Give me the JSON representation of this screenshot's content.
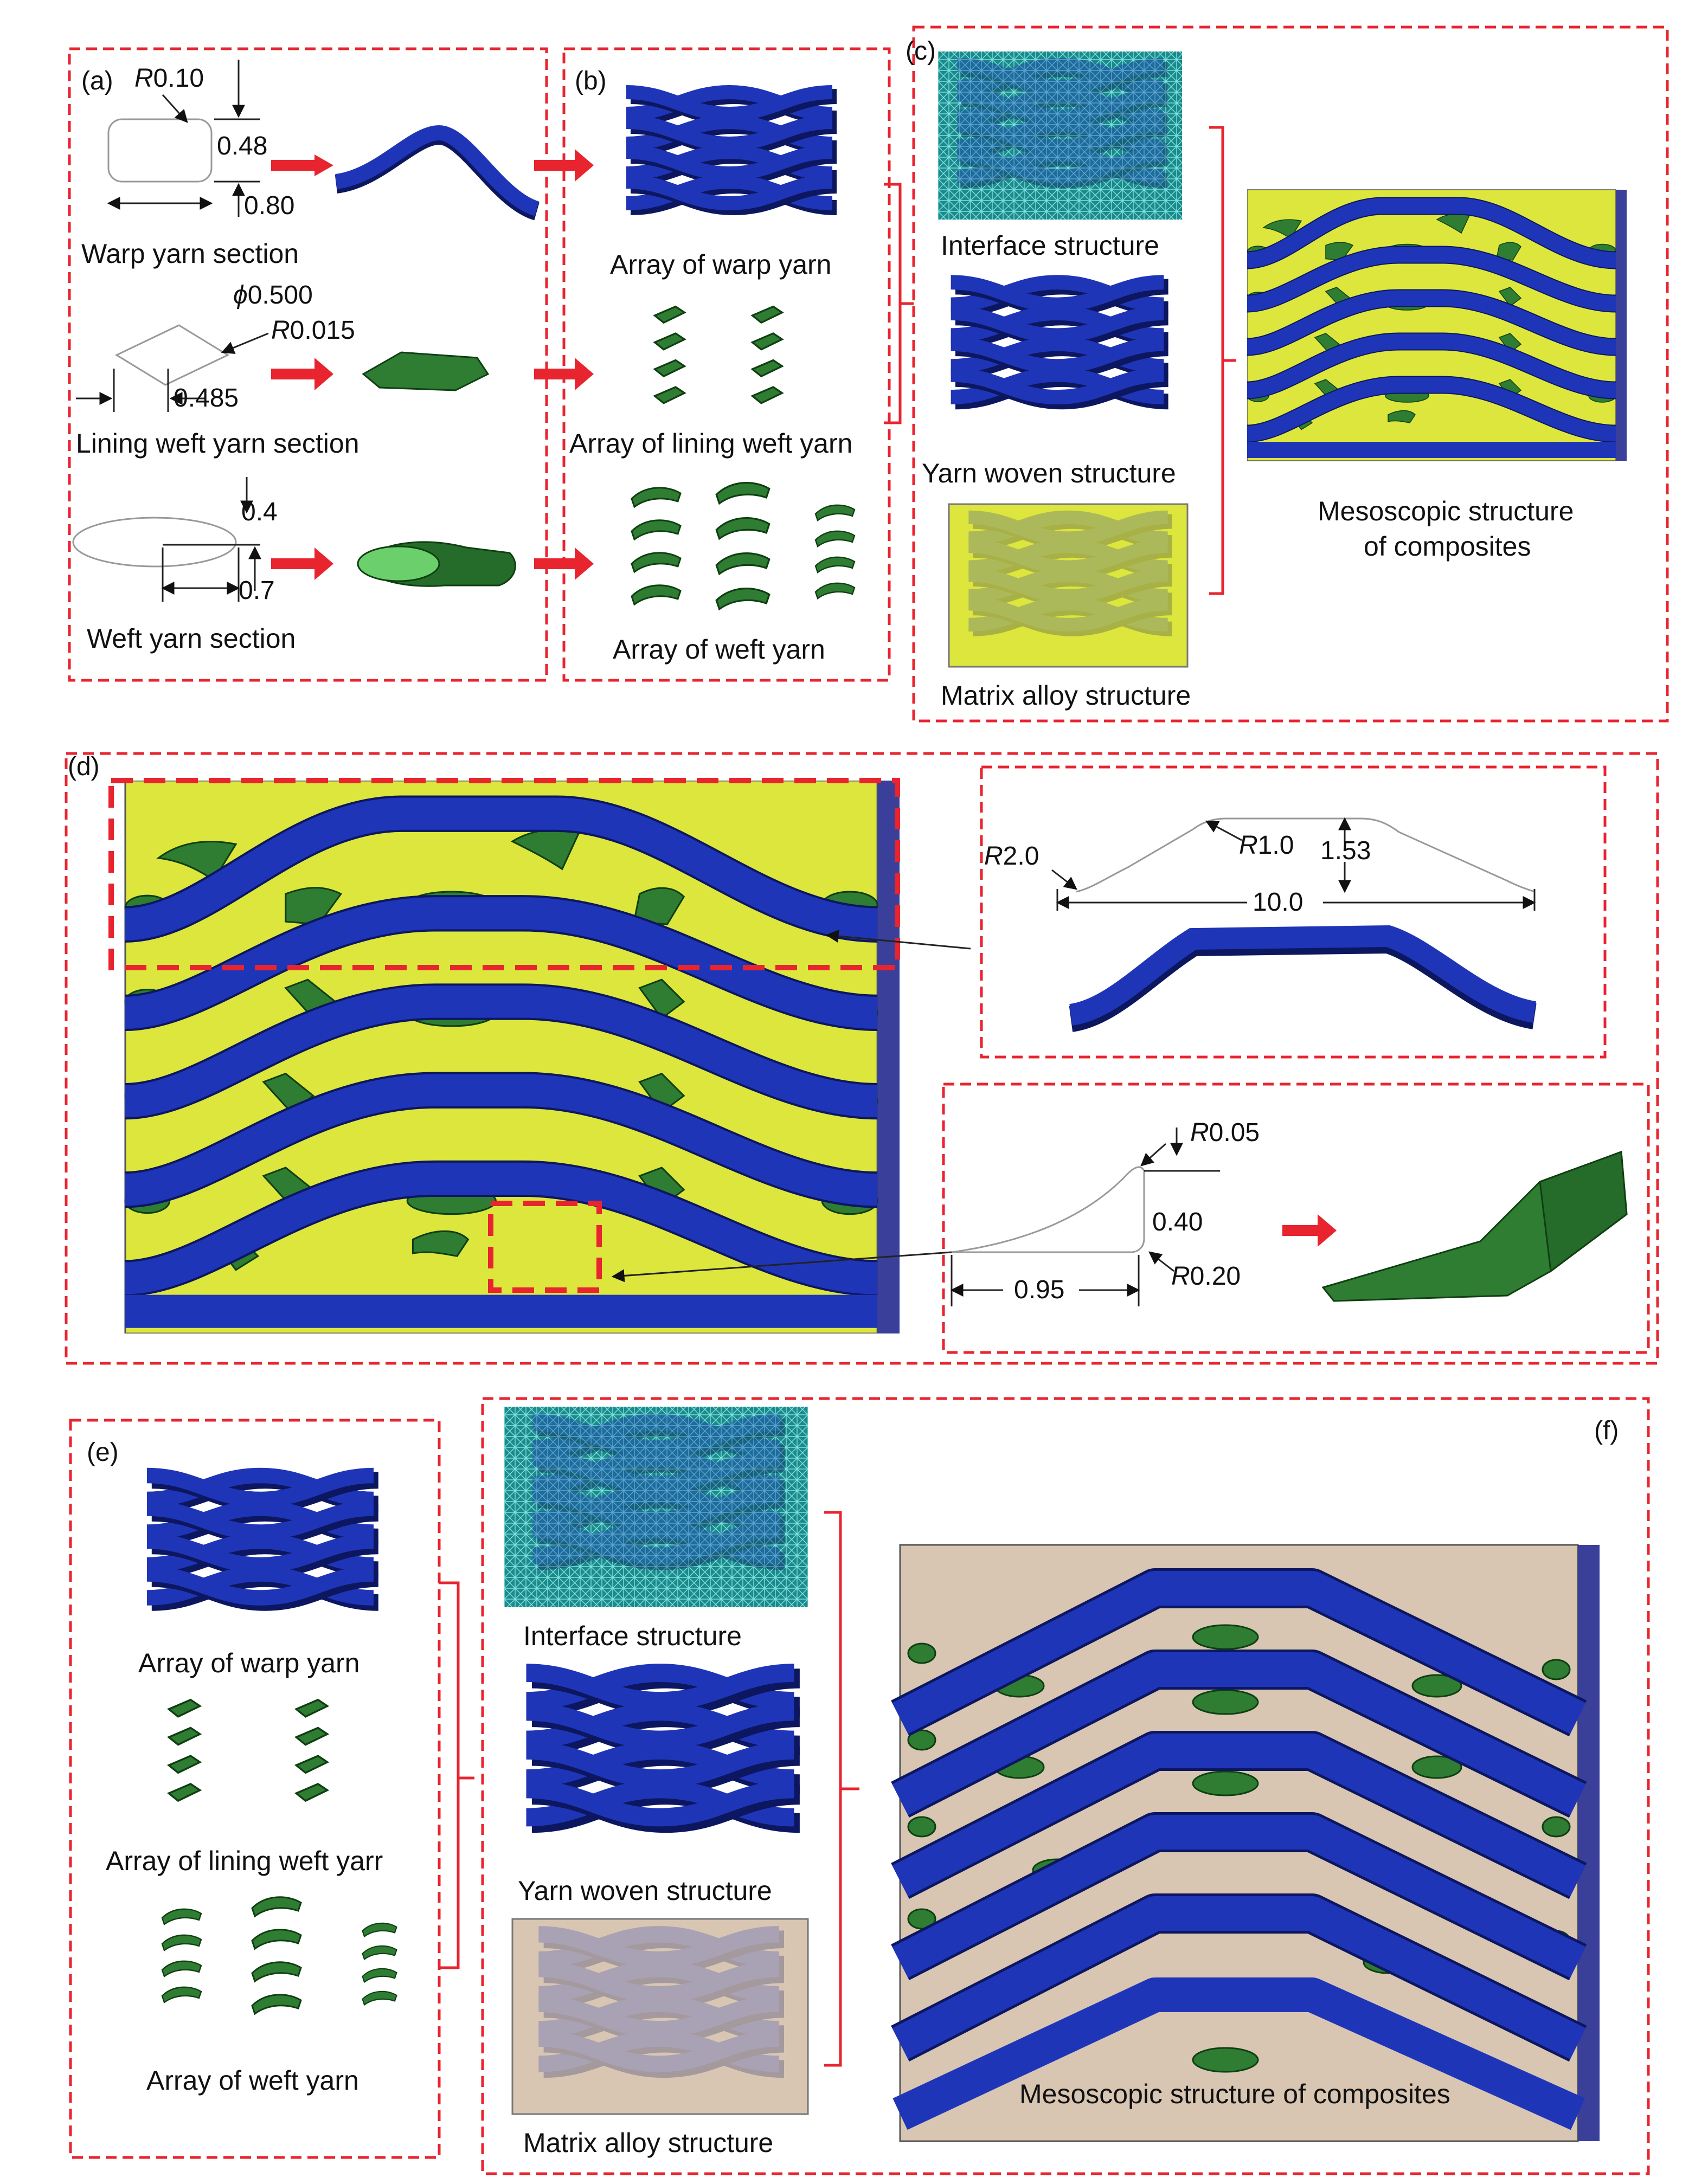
{
  "panels": {
    "a": "(a)",
    "b": "(b)",
    "c": "(c)",
    "d": "(d)",
    "e": "(e)",
    "f": "(f)"
  },
  "panel_a": {
    "warp": {
      "radius": "0.10",
      "height": "0.48",
      "width": "0.80",
      "caption": "Warp yarn section"
    },
    "lining": {
      "diameter": "0.500",
      "radius": "0.015",
      "width": "0.485",
      "caption": "Lining weft yarn section"
    },
    "weft": {
      "height": "0.4",
      "width": "0.7",
      "caption": "Weft yarn section"
    },
    "radius_symbol": "R",
    "diameter_symbol": "ϕ"
  },
  "panel_b": {
    "warp_array": "Array of warp yarn",
    "lining_array": "Array of lining weft yarn",
    "weft_array": "Array of weft yarn"
  },
  "panel_c": {
    "interface": "Interface structure",
    "woven": "Yarn woven structure",
    "matrix": "Matrix alloy structure",
    "meso_line1": "Mesoscopic structure",
    "meso_line2": "of composites"
  },
  "panel_d": {
    "r_end": "2.0",
    "r_top": "1.0",
    "rise": "1.53",
    "span": "10.0",
    "r_tip": "0.05",
    "lw_height": "0.40",
    "r_base": "0.20",
    "lw_length": "0.95"
  },
  "panel_e": {
    "warp_array": "Array of warp yarn",
    "lining_array": "Array of lining weft yarr",
    "weft_array": "Array of weft yarn"
  },
  "panel_f": {
    "interface": "Interface structure",
    "woven": "Yarn woven structure",
    "matrix": "Matrix alloy structure",
    "meso": "Mesoscopic structure of composites"
  },
  "colors": {
    "warp_yarn": "#1f35b8",
    "weft_yarn": "#2e7d32",
    "interface_mesh": "#2aa7a7",
    "matrix_yellow": "#dde63c",
    "matrix_beige": "#d8c6b3",
    "dashed_frame": "#e8242f"
  }
}
